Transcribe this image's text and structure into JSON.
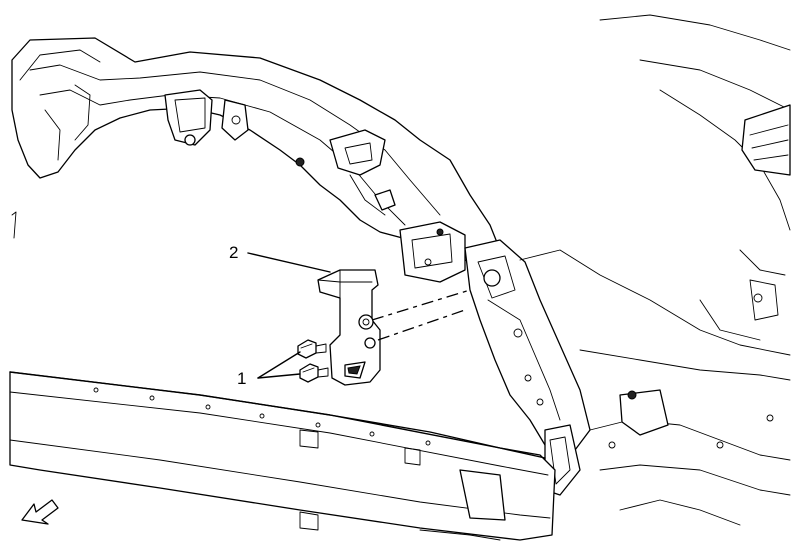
{
  "callouts": [
    {
      "id": "2",
      "text": "2"
    },
    {
      "id": "1",
      "text": "1"
    }
  ],
  "colors": {
    "line": "#000000",
    "background": "#ffffff"
  },
  "icons": [
    "front-arrow-icon"
  ]
}
